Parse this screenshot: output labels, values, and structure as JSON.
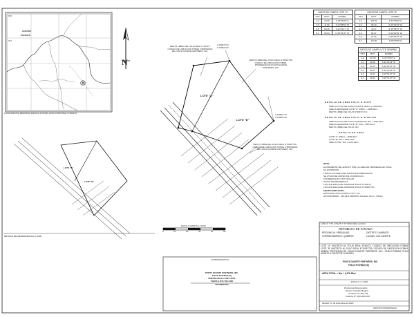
{
  "inset_map": {
    "sheet_number": "932",
    "ocean_label_1": "OCEANO",
    "ocean_label_2": "PACIFICO",
    "lat_label": "331",
    "caption": "LOCALIZACION REGIONAL ESCALA 1:50,000, HOJA CATASTRAL N°4036-IV"
  },
  "north_label": "N",
  "table_a": {
    "caption": "DATOS DE CAMPO LOTE \"A\"",
    "headers": [
      "PTO",
      "DIST.",
      "RUMBO"
    ],
    "rows": [
      [
        "1-2",
        "13.09",
        "S 42°38'43\" E"
      ],
      [
        "7-6",
        "11.60",
        "S 14°25'52\" W"
      ],
      [
        "6-8",
        "69.29",
        "S 42°51'17\" W"
      ],
      [
        "8-1",
        "96.94",
        "N 36°51'47\" W"
      ]
    ]
  },
  "table_b": {
    "caption": "DATOS DE CAMPO LOTE \"B\"",
    "headers": [
      "PTO",
      "DIST.",
      "RUMBO"
    ],
    "rows": [
      [
        "1-2",
        "116.81",
        "S 42°38'43\" E"
      ],
      [
        "2-3",
        "99.10",
        "S 32°24'43\" W"
      ],
      [
        "3-4",
        "40.27",
        "S 42°51'07\" W"
      ],
      [
        "4-5",
        "84.47",
        "S 34°13'26\" W"
      ],
      [
        "5-6",
        "22.32",
        "N 42°51'07\" W"
      ],
      [
        "6-7",
        "111.80",
        "N 18°09'50\" E"
      ]
    ]
  },
  "table_general": {
    "caption": "DATOS DE CAMPO LOTE GENERAL",
    "headers": [
      "PTO",
      "DIST.",
      "RUMBO"
    ],
    "rows": [
      [
        "1-2",
        "131.60",
        "S 42°38'43\" E"
      ],
      [
        "2-3",
        "99.10",
        "S 32°24'43\" W"
      ],
      [
        "3-4",
        "40.71",
        "S 42°51'07\" W"
      ],
      [
        "4-5",
        "84.47",
        "S 34°13'26\" W"
      ],
      [
        "5-6",
        "22.32",
        "N 42°51'07\" W"
      ],
      [
        "6-1",
        "96.94",
        "N 36°51'47\" W"
      ]
    ]
  },
  "area_a": {
    "title": "DETALLE DE AREA FOLIO N°40473",
    "lines": [
      "AREA ACTUAL DEL FOLIO N°40473: 366m² + 1906.00m²",
      "AREA A SEGREGAR LOTE \"A\": 366m² + 1906.00m²",
      "RESTO LIBRE DEL FOLIO N°40473: 0m²"
    ]
  },
  "area_b": {
    "title": "DETALLE DE AREA FOLIO N°30367735",
    "lines": [
      "AREA ACTUAL DEL FOLIO N°30367735: 5ha + 1551.00m²",
      "AREA A SEGREGAR LOTE \"B\": 5ha + 1551.00m²",
      "RESTO LIBRE DEL FOLIO: 0m²"
    ]
  },
  "area_total": {
    "title": "DETALLE DE AREA",
    "lines": [
      "LOTE \"A\": 366m² + 1906.00m²",
      "LOTE \"B\": 5ha + 1551.00m²",
      "AREA TOTAL: 6ha + 2476.99m²"
    ]
  },
  "notes": {
    "title": "NOTA:",
    "lines": [
      "EL PRESENTE SE LEVANTO POR LA LINEA DE PROPIEDAD EN TODA",
      "SU EXTENSION.",
      "TODOS LOS VERTICES ESTAN MONUMENTADOS",
      "SE UTILIZO EL MAPEO DE CUADRICULA",
      "COORDENADAS UTM: WGS-84",
      "PLANO DE REFERENCIA:",
      "     1974-114-30443 DEL 24/06/2019 (FOLIO N°40473)",
      "     1974-114-32443 DEL 24/06/2019 (FOLIO N°30367735)",
      "EQUIPO EMPLEADO:",
      "ESTACION TOTAL GOWIN Z-TP 1\" Pro.",
      "GPS PROMARK : 100 DE 3 METROS, Precision 4mm + 0.5ppm"
    ]
  },
  "plan": {
    "lot_a_label": "LOTE \"A\"",
    "lot_b_label": "LOTE \"B\"",
    "note_top_left": "RESTO LIBRE DEL FOLIO REAL N°40473, CODIGO DE UBICACION N°8604, PROPIEDAD DE PUNTA DUARTE PARTNERS, INC.",
    "note_top_right": "RESTO LIBRE DEL FOLIO REAL N°30367735, CODIGO DE UBICACION N°8604, PROPIEDAD DE PUNTA DUARTE PARTNERS, INC.",
    "note_bottom": "RESTO LIBRE DEL FOLIO REAL N°30367735, CODIGO DE UBICACION N°8604, PROPIEDAD DE PUNTA DUARTE PARTNERS, INC.",
    "coord_top": "1.000070.54 1.000022.00",
    "coord_right": "1.000097.73 1.000055.00",
    "scale_bar": "ESCALA GRAFICA 1:1000",
    "scale_ticks": [
      "0",
      "10",
      "20",
      "30",
      "40",
      "50"
    ]
  },
  "detail": {
    "lot_a_label": "LOTE \"A\"",
    "lot_b_label": "LOTE \"B\"",
    "caption": "DETALLE DE AMARRE  ESCALA 1:2000"
  },
  "comparecencia": {
    "label": "COMPARECENCIA:",
    "lines": [
      "PUNTA DUARTE PARTNERS, INC.",
      "FOLIO N°578049 (S)",
      "MIGUIN ANAYO VOET DIAZ",
      "CEDULA N°8-736-1409",
      "APODERADO"
    ]
  },
  "title_block": {
    "top_line": "LOTE \"A\" Y \"B\", LOTE \"B\" Y \"B\" TOTAL PARA LA FOLIO",
    "republic": "REPUBLICA DE PANAMA",
    "province": "PROVINCIA: VERAGUAS",
    "district": "DISTRITO: MARIATO",
    "corregimiento": "CORREGIMIENTO: QUEBRO",
    "lugar": "LUGAR: LOS DUARTE",
    "description": "LOTE \"A\" INSCRITO AL FOLIO REAL N°40473, CODIGO DE UBICACION N°8604, LOTE \"B\" INSCRITO AL FOLIO REAL N°30367735, CODIGO DE UBICACION N°8604, AMBOS PROPIEDAD DE PUNTA DUARTE PARTNERS, INC., PARA FORMAR FINCA APARTE A FAVOR DE SI MISMO.",
    "owner": "PUNTA DUARTE PARTNERS, INC.",
    "folio": "FOLIO N°578049 (S)",
    "area_total": "AREA TOTAL = 6ha + 2,476.99m²",
    "scale": "ESCALA = 1:1000",
    "surveyor_1": "Profesional Responsable:",
    "surveyor_2": "Nicanor Camaño Beglott",
    "surveyor_3": "Cedula N° 8-165-178",
    "surveyor_4": "Licencia N° 2013-094-039",
    "date": "FECHA: 07 de Diciembre de 2020",
    "footer": "SERVICIOS PROFESIONALES"
  }
}
